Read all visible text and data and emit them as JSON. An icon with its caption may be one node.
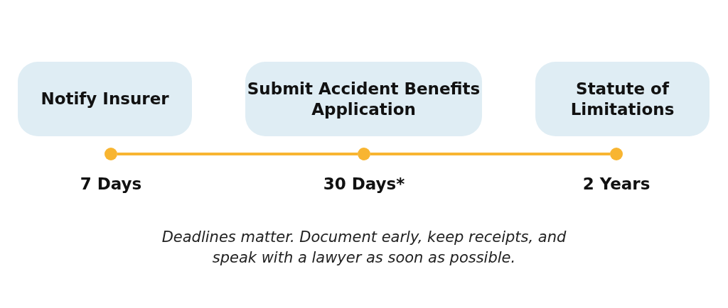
{
  "diagram": {
    "caption": "Deadlines matter. Document early, keep receipts, and speak with a lawyer as soon as possible.",
    "nodes": [
      {
        "text": [
          "Notify Insurer"
        ]
      },
      {
        "text": [
          "Submit Accident Benefits Application"
        ]
      },
      {
        "text": [
          "Statute of Limitations"
        ]
      },
      {
        "text": [],
        "shape": "circle",
        "beside": [
          "7 Days"
        ]
      },
      {
        "text": [],
        "shape": "circle",
        "beside": [
          "30 Days*"
        ]
      },
      {
        "text": [],
        "shape": "circle",
        "beside": [
          "2 Years"
        ]
      }
    ],
    "edges": [
      {
        "from": 3,
        "to": 4,
        "arrow": "none"
      },
      {
        "from": 4,
        "to": 5,
        "arrow": "none"
      }
    ]
  }
}
